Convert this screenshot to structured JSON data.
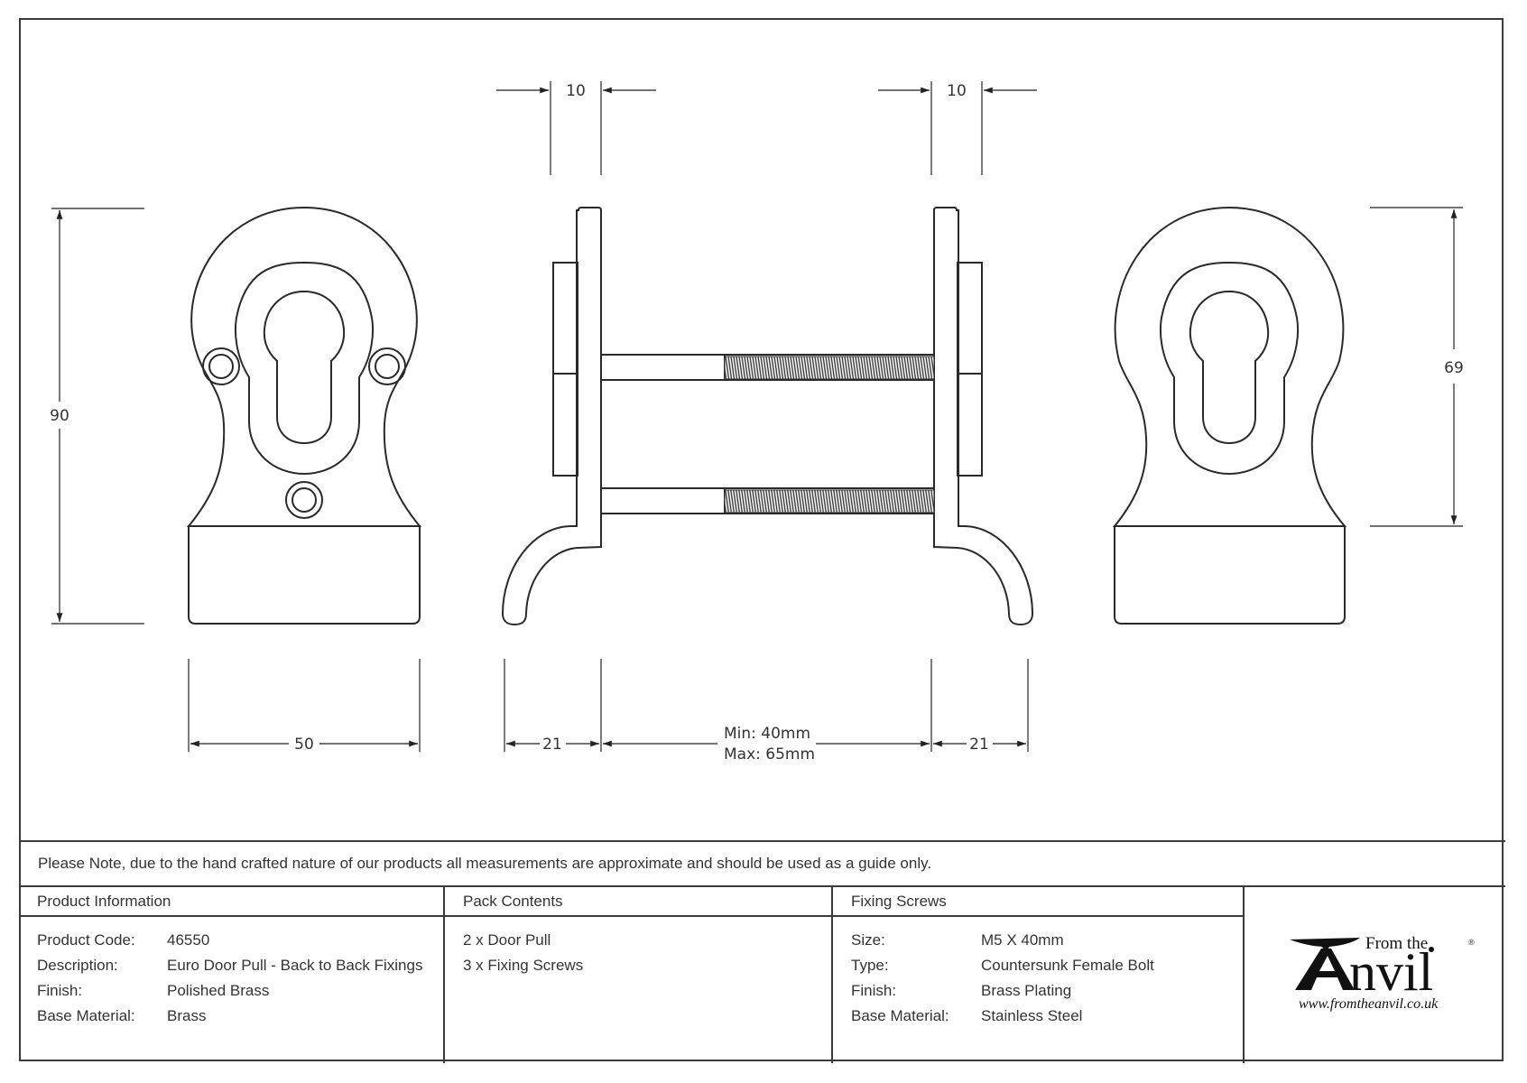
{
  "drawing": {
    "front_view_left": {
      "height_label": "90",
      "width_label": "50"
    },
    "side_view": {
      "left_plate_thickness_label": "10",
      "right_plate_thickness_label": "10",
      "left_projection_label": "21",
      "right_projection_label": "21",
      "door_thickness_min_label": "Min: 40mm",
      "door_thickness_max_label": "Max: 65mm"
    },
    "front_view_right": {
      "height_label": "69"
    }
  },
  "note": "Please Note, due to the hand crafted nature of our products all measurements are approximate and should be used as a guide only.",
  "product_information": {
    "heading": "Product Information",
    "rows": [
      {
        "label": "Product Code:",
        "value": "46550"
      },
      {
        "label": "Description:",
        "value": "Euro Door Pull - Back to Back Fixings"
      },
      {
        "label": "Finish:",
        "value": "Polished Brass"
      },
      {
        "label": "Base Material:",
        "value": "Brass"
      }
    ]
  },
  "pack_contents": {
    "heading": "Pack Contents",
    "items": [
      "2 x Door Pull",
      "3 x Fixing Screws"
    ]
  },
  "fixing_screws": {
    "heading": "Fixing Screws",
    "rows": [
      {
        "label": "Size:",
        "value": "M5 X 40mm"
      },
      {
        "label": "Type:",
        "value": "Countersunk Female Bolt"
      },
      {
        "label": "Finish:",
        "value": "Brass Plating"
      },
      {
        "label": "Base Material:",
        "value": "Stainless Steel"
      }
    ]
  },
  "logo": {
    "prefix": "From the",
    "brand_initial": "A",
    "brand_rest": "nvil",
    "registered": "®",
    "url": "www.fromtheanvil.co.uk"
  },
  "colors": {
    "line": "#3a3a3a",
    "text": "#333333",
    "background": "#ffffff"
  }
}
